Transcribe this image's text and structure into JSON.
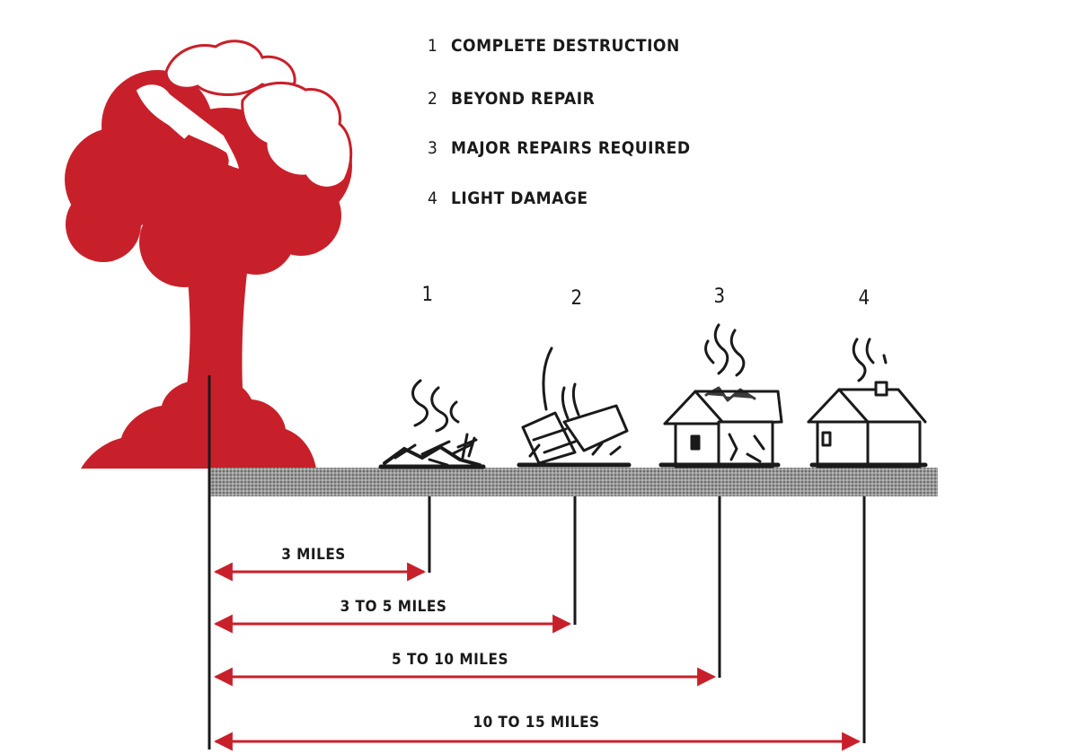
{
  "legend": [
    {
      "num": "1",
      "text": "COMPLETE DESTRUCTION"
    },
    {
      "num": "2",
      "text": "BEYOND REPAIR"
    },
    {
      "num": "3",
      "text": "MAJOR REPAIRS REQUIRED"
    },
    {
      "num": "4",
      "text": "LIGHT DAMAGE"
    }
  ],
  "houses": [
    "1",
    "2",
    "3",
    "4"
  ],
  "distances": [
    "3 MILES",
    "3 TO 5 MILES",
    "5 TO 10 MILES",
    "10 TO 15 MILES"
  ],
  "colors": {
    "cloud": "#c8202a",
    "ink": "#1a1a1a",
    "arrow": "#c8202a",
    "ground": "#8e8e8e"
  }
}
